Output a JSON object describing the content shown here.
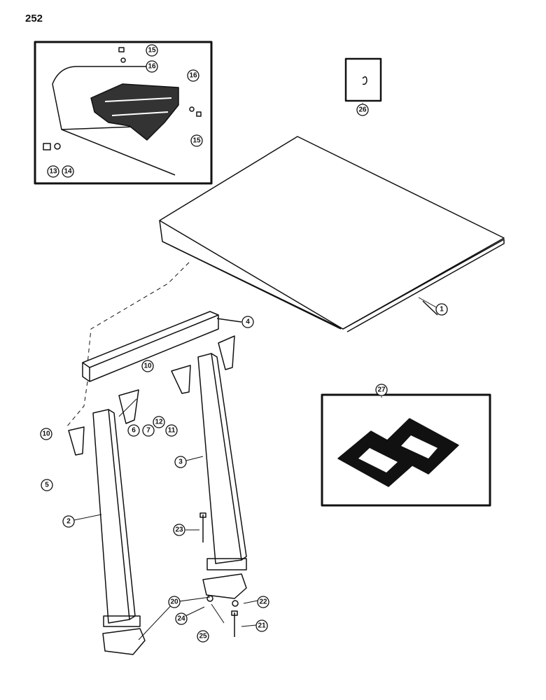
{
  "page_number": "252",
  "callouts": [
    {
      "id": "c1",
      "label": "1"
    },
    {
      "id": "c2",
      "label": "2"
    },
    {
      "id": "c3",
      "label": "3"
    },
    {
      "id": "c4",
      "label": "4"
    },
    {
      "id": "c5",
      "label": "5"
    },
    {
      "id": "c6",
      "label": "6"
    },
    {
      "id": "c7",
      "label": "7"
    },
    {
      "id": "c10a",
      "label": "10"
    },
    {
      "id": "c10b",
      "label": "10"
    },
    {
      "id": "c11",
      "label": "11"
    },
    {
      "id": "c12",
      "label": "12"
    },
    {
      "id": "c13",
      "label": "13"
    },
    {
      "id": "c14",
      "label": "14"
    },
    {
      "id": "c15a",
      "label": "15"
    },
    {
      "id": "c15b",
      "label": "15"
    },
    {
      "id": "c16a",
      "label": "16"
    },
    {
      "id": "c16b",
      "label": "16"
    },
    {
      "id": "c20",
      "label": "20"
    },
    {
      "id": "c21",
      "label": "21"
    },
    {
      "id": "c22",
      "label": "22"
    },
    {
      "id": "c23",
      "label": "23"
    },
    {
      "id": "c24",
      "label": "24"
    },
    {
      "id": "c25",
      "label": "25"
    },
    {
      "id": "c26",
      "label": "26"
    },
    {
      "id": "c27",
      "label": "27"
    }
  ]
}
